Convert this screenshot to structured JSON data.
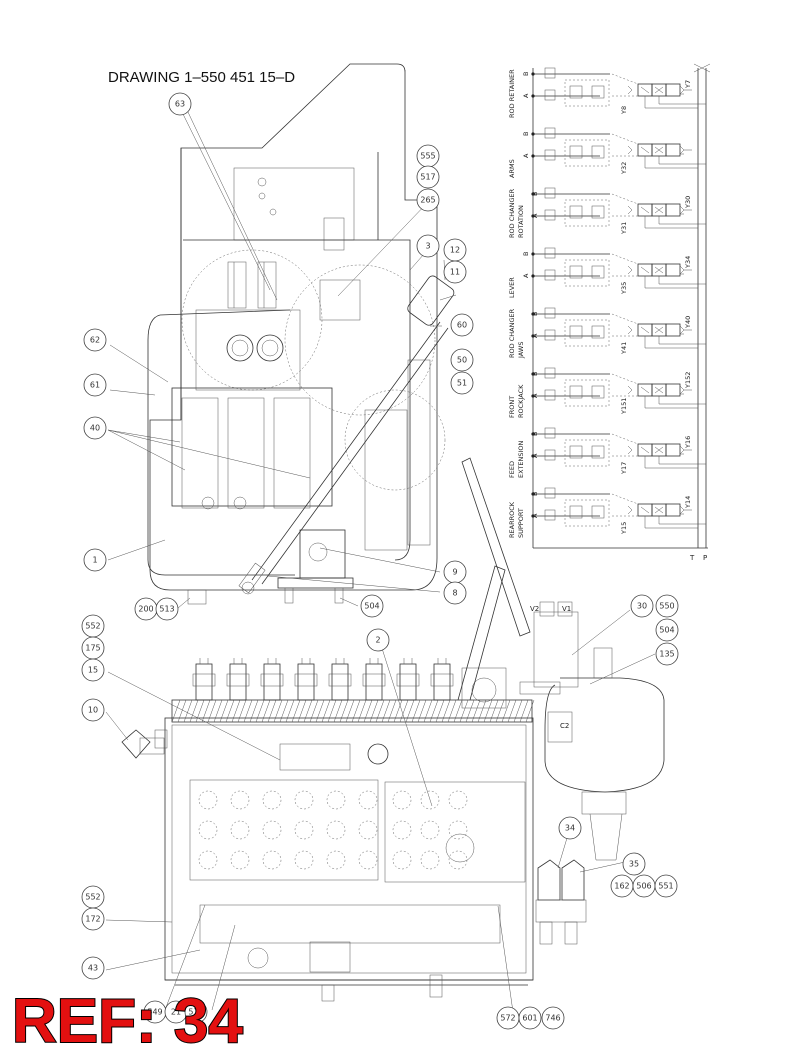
{
  "title": "DRAWING  1–550 451 15–D",
  "ref_stamp": "REF: 34",
  "schematic": {
    "functions": [
      {
        "id": "rod-retainer",
        "lines": [
          "ROD RETAINER"
        ],
        "ports": [
          "B",
          "A"
        ],
        "valves": [
          "Y8",
          "Y7"
        ]
      },
      {
        "id": "arms",
        "lines": [
          "ARMS"
        ],
        "ports": [
          "B",
          "A"
        ],
        "valves": [
          "Y32"
        ]
      },
      {
        "id": "rod-changer-rotation",
        "lines": [
          "ROD CHANGER",
          "ROTATION"
        ],
        "ports": [
          "B",
          "A"
        ],
        "valves": [
          "Y31",
          "Y30"
        ]
      },
      {
        "id": "lever",
        "lines": [
          "LEVER"
        ],
        "ports": [
          "B",
          "A"
        ],
        "valves": [
          "Y35",
          "Y34"
        ]
      },
      {
        "id": "rod-changer-jaws",
        "lines": [
          "ROD CHANGER",
          "JAWS"
        ],
        "ports": [
          "B",
          "A"
        ],
        "valves": [
          "Y41",
          "Y40"
        ]
      },
      {
        "id": "front-rockjack",
        "lines": [
          "FRONT",
          "ROCKJACK"
        ],
        "ports": [
          "B",
          "A"
        ],
        "valves": [
          "Y151",
          "Y152"
        ]
      },
      {
        "id": "feed-extension",
        "lines": [
          "FEED",
          "EXTENSION"
        ],
        "ports": [
          "B",
          "A"
        ],
        "valves": [
          "Y17",
          "Y16"
        ]
      },
      {
        "id": "rearrock-support",
        "lines": [
          "REARROCK",
          "SUPPORT"
        ],
        "ports": [
          "B",
          "A"
        ],
        "valves": [
          "Y15",
          "Y14"
        ]
      }
    ],
    "tank_label": "T",
    "pressure_label": "P"
  },
  "port_labels": {
    "v2": "V2",
    "v1": "V1",
    "c2": "C2"
  },
  "callouts": [
    {
      "id": "c63",
      "label": "63"
    },
    {
      "id": "c555",
      "label": "555"
    },
    {
      "id": "c517",
      "label": "517"
    },
    {
      "id": "c265",
      "label": "265"
    },
    {
      "id": "c3",
      "label": "3"
    },
    {
      "id": "c12",
      "label": "12"
    },
    {
      "id": "c11",
      "label": "11"
    },
    {
      "id": "c60",
      "label": "60"
    },
    {
      "id": "c50",
      "label": "50"
    },
    {
      "id": "c51",
      "label": "51"
    },
    {
      "id": "c62",
      "label": "62"
    },
    {
      "id": "c61",
      "label": "61"
    },
    {
      "id": "c40",
      "label": "40"
    },
    {
      "id": "c1",
      "label": "1"
    },
    {
      "id": "c9",
      "label": "9"
    },
    {
      "id": "c8",
      "label": "8"
    },
    {
      "id": "c200",
      "label": "200"
    },
    {
      "id": "c513",
      "label": "513"
    },
    {
      "id": "c504a",
      "label": "504"
    },
    {
      "id": "c30",
      "label": "30"
    },
    {
      "id": "c550",
      "label": "550"
    },
    {
      "id": "c504b",
      "label": "504"
    },
    {
      "id": "c135",
      "label": "135"
    },
    {
      "id": "c552a",
      "label": "552"
    },
    {
      "id": "c175",
      "label": "175"
    },
    {
      "id": "c15",
      "label": "15"
    },
    {
      "id": "c2",
      "label": "2"
    },
    {
      "id": "c10",
      "label": "10"
    },
    {
      "id": "c34",
      "label": "34"
    },
    {
      "id": "c35",
      "label": "35"
    },
    {
      "id": "c162",
      "label": "162"
    },
    {
      "id": "c506",
      "label": "506"
    },
    {
      "id": "c551",
      "label": "551"
    },
    {
      "id": "c552b",
      "label": "552"
    },
    {
      "id": "c172",
      "label": "172"
    },
    {
      "id": "c43",
      "label": "43"
    },
    {
      "id": "c549",
      "label": "549"
    },
    {
      "id": "c21",
      "label": "21"
    },
    {
      "id": "c575",
      "label": "575"
    },
    {
      "id": "c572",
      "label": "572"
    },
    {
      "id": "c601",
      "label": "601"
    },
    {
      "id": "c746",
      "label": "746"
    }
  ]
}
